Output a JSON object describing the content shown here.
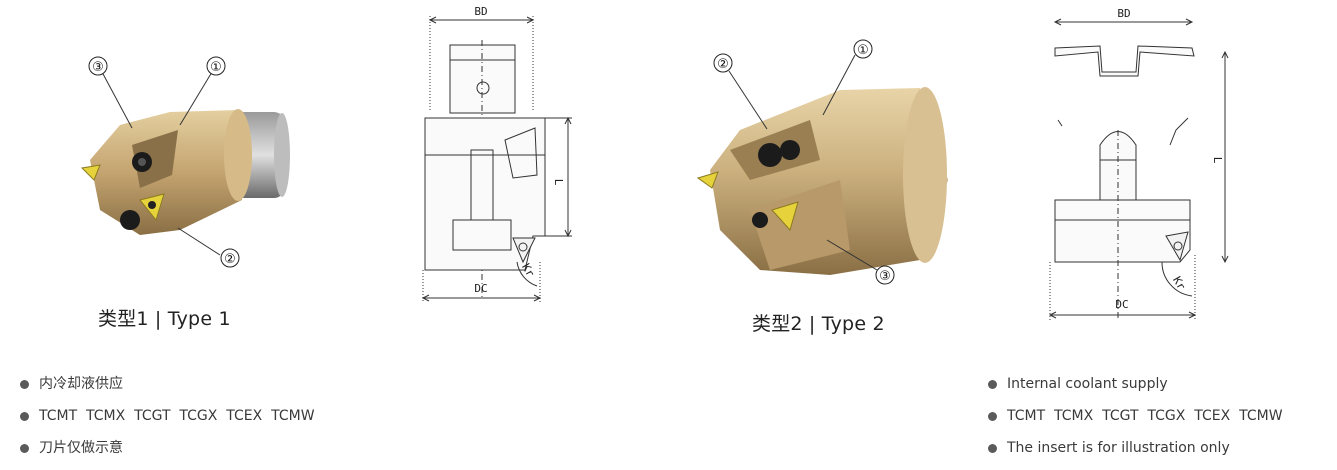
{
  "left": {
    "caption": "类型1 | Type 1",
    "callouts": [
      "①",
      "②",
      "③"
    ],
    "drawing": {
      "bd_label": "BD",
      "dc_label": "DC",
      "l_label": "L",
      "kr_label": "Kr"
    },
    "bullets": [
      "内冷却液供应",
      "TCMT  TCMX  TCGT  TCGX  TCEX  TCMW",
      "刀片仅做示意"
    ]
  },
  "right": {
    "caption": "类型2 | Type 2",
    "callouts": [
      "①",
      "②",
      "③"
    ],
    "drawing": {
      "bd_label": "BD",
      "dc_label": "DC",
      "l_label": "L",
      "kr_label": "Kr"
    },
    "bullets": [
      "Internal coolant supply",
      "TCMT  TCMX  TCGT  TCGX  TCEX  TCMW",
      "The insert is for illustration only"
    ]
  },
  "colors": {
    "tool_body": "#c8ab78",
    "insert": "#e6d23a",
    "line": "#333333"
  }
}
